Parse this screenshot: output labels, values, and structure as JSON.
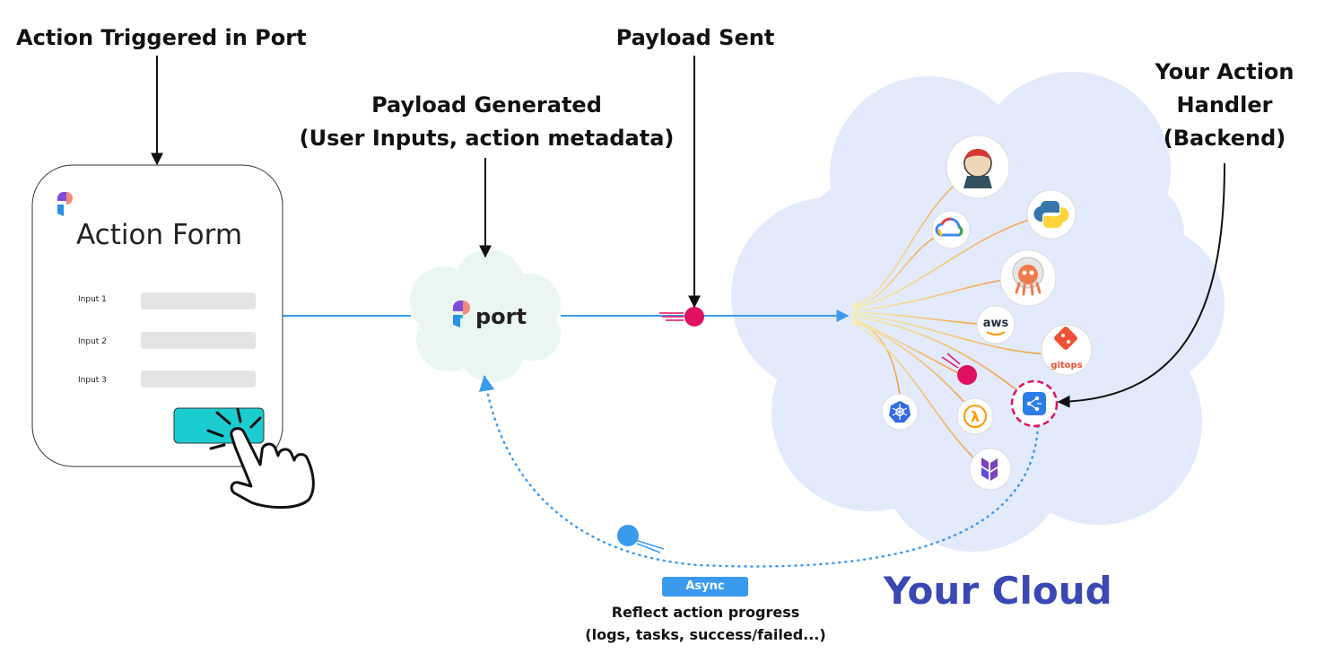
{
  "labels": {
    "trigger": "Action Triggered in Port",
    "generated_line1": "Payload Generated",
    "generated_line2": "(User Inputs, action metadata)",
    "sent": "Payload Sent",
    "handler_line1": "Your Action",
    "handler_line2": "Handler",
    "handler_line3": "(Backend)"
  },
  "form": {
    "title": "Action Form",
    "inputs": [
      "Input 1",
      "Input 2",
      "Input 3"
    ]
  },
  "port_logo": {
    "text": "port"
  },
  "cloud": {
    "title": "Your Cloud"
  },
  "async": {
    "badge": "Async",
    "line1": "Reflect action progress",
    "line2": "(logs, tasks, success/failed...)"
  },
  "tools": [
    {
      "name": "jenkins",
      "icon": "jenkins-icon"
    },
    {
      "name": "google-cloud",
      "icon": "google-cloud-icon"
    },
    {
      "name": "python",
      "icon": "python-icon"
    },
    {
      "name": "argo",
      "icon": "argo-icon"
    },
    {
      "name": "aws",
      "icon": "aws-icon",
      "text": "aws"
    },
    {
      "name": "gitops",
      "icon": "gitops-icon",
      "text": "gitops"
    },
    {
      "name": "webhook",
      "icon": "webhook-icon"
    },
    {
      "name": "kubernetes",
      "icon": "kubernetes-icon"
    },
    {
      "name": "lambda",
      "icon": "lambda-icon",
      "text": "λ"
    },
    {
      "name": "terraform",
      "icon": "terraform-icon"
    }
  ],
  "colors": {
    "flow_line": "#3a9bee",
    "payload_dot": "#e0115f",
    "async_dot": "#3a9bee",
    "cloud_fill": "#e2eafc",
    "port_cloud_fill": "#e9f7f0",
    "button_fill": "#1ccdd0",
    "cloud_title": "#3a48b3"
  }
}
